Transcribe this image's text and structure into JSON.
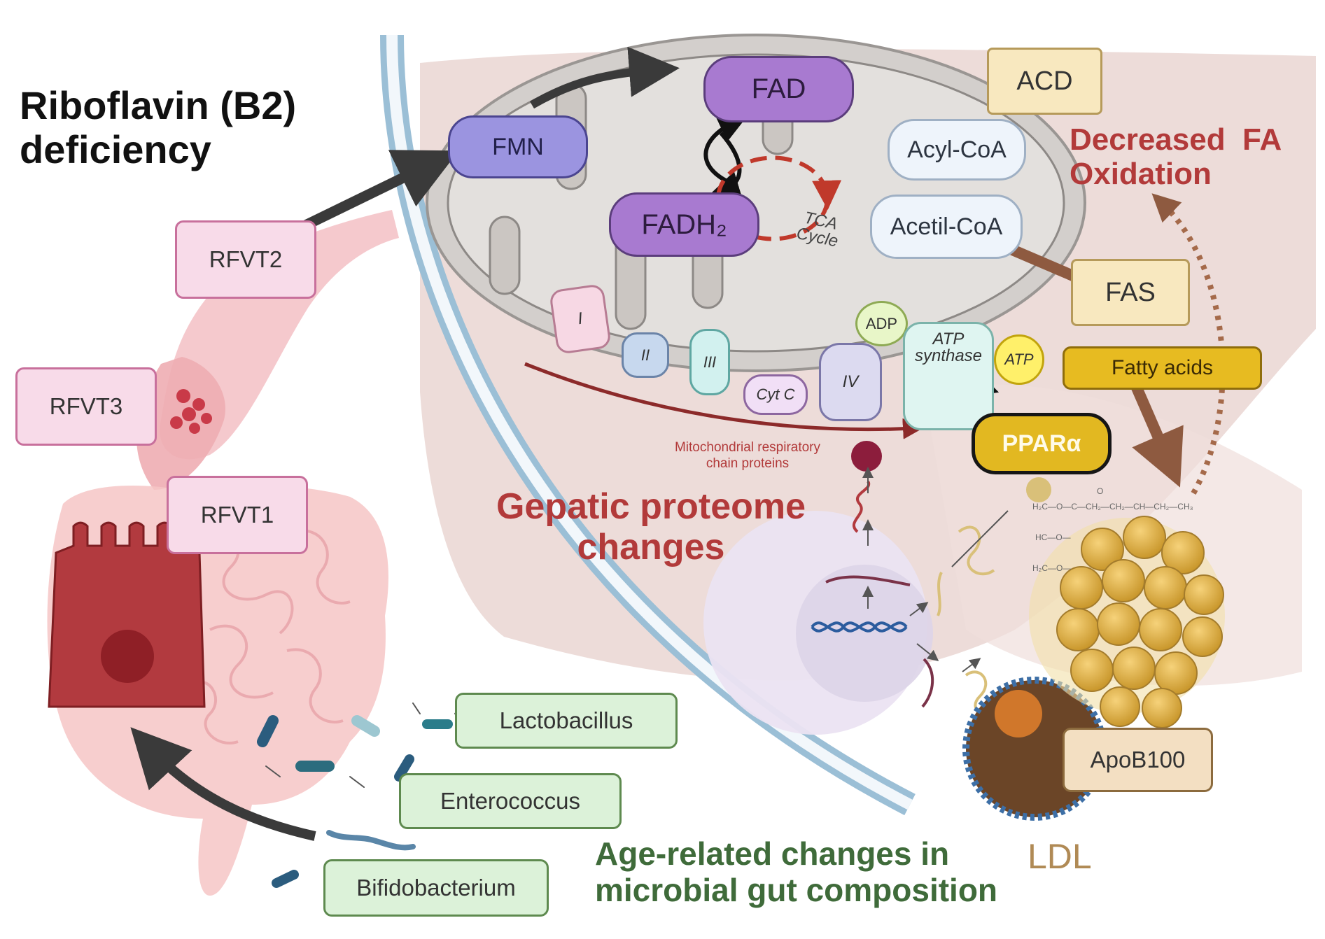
{
  "title": {
    "line1": "Riboflavin (B2)",
    "line2": "deficiency"
  },
  "transporters": {
    "rfvt1": "RFVT1",
    "rfvt2": "RFVT2",
    "rfvt3": "RFVT3"
  },
  "cofactors": {
    "fmn": "FMN",
    "fad": "FAD",
    "fadh2": "FADH₂"
  },
  "tca": {
    "line1": "TCA",
    "line2": "Cycle"
  },
  "metabolites": {
    "acyl_coa": "Acyl-CoA",
    "acetil_coa": "Acetil-CoA",
    "adp": "ADP",
    "atp": "ATP"
  },
  "enzymes": {
    "acd": "ACD",
    "fas": "FAS",
    "atp_synthase_1": "ATP",
    "atp_synthase_2": "synthase"
  },
  "complexes": {
    "c1": "I",
    "c2": "II",
    "c3": "III",
    "cytc": "Cyt C",
    "c4": "IV"
  },
  "respiratory_label": {
    "line1": "Mitochondrial respiratory",
    "line2": "chain proteins"
  },
  "fa_oxidation": {
    "line1": "Decreased  FA",
    "line2": "Oxidation"
  },
  "fatty_acids": "Fatty acids",
  "ppar": "PPARα",
  "proteome": {
    "line1": "Gepatic proteome",
    "line2": "changes"
  },
  "lipid_formula": {
    "row1": "H₂C—O—C—CH₂—CH₂—CH—CH₂—CH₃",
    "row2": "HC—O—",
    "row3": "H₂C—O—",
    "carbonyl_o": "O"
  },
  "apob": "ApoB100",
  "ldl": "LDL",
  "bacteria": {
    "lactobacillus": "Lactobacillus",
    "enterococcus": "Enterococcus",
    "bifidobacterium": "Bifidobacterium"
  },
  "gut_text": {
    "line1": "Age-related changes in",
    "line2": "microbial gut composition"
  },
  "colors": {
    "title": "#111111",
    "red_text": "#b23a3a",
    "green_text": "#3f6b3a",
    "ldl_text": "#b08a55",
    "mito_fill": "#d3cfcc",
    "liver_fill": "#e9d3cf"
  }
}
